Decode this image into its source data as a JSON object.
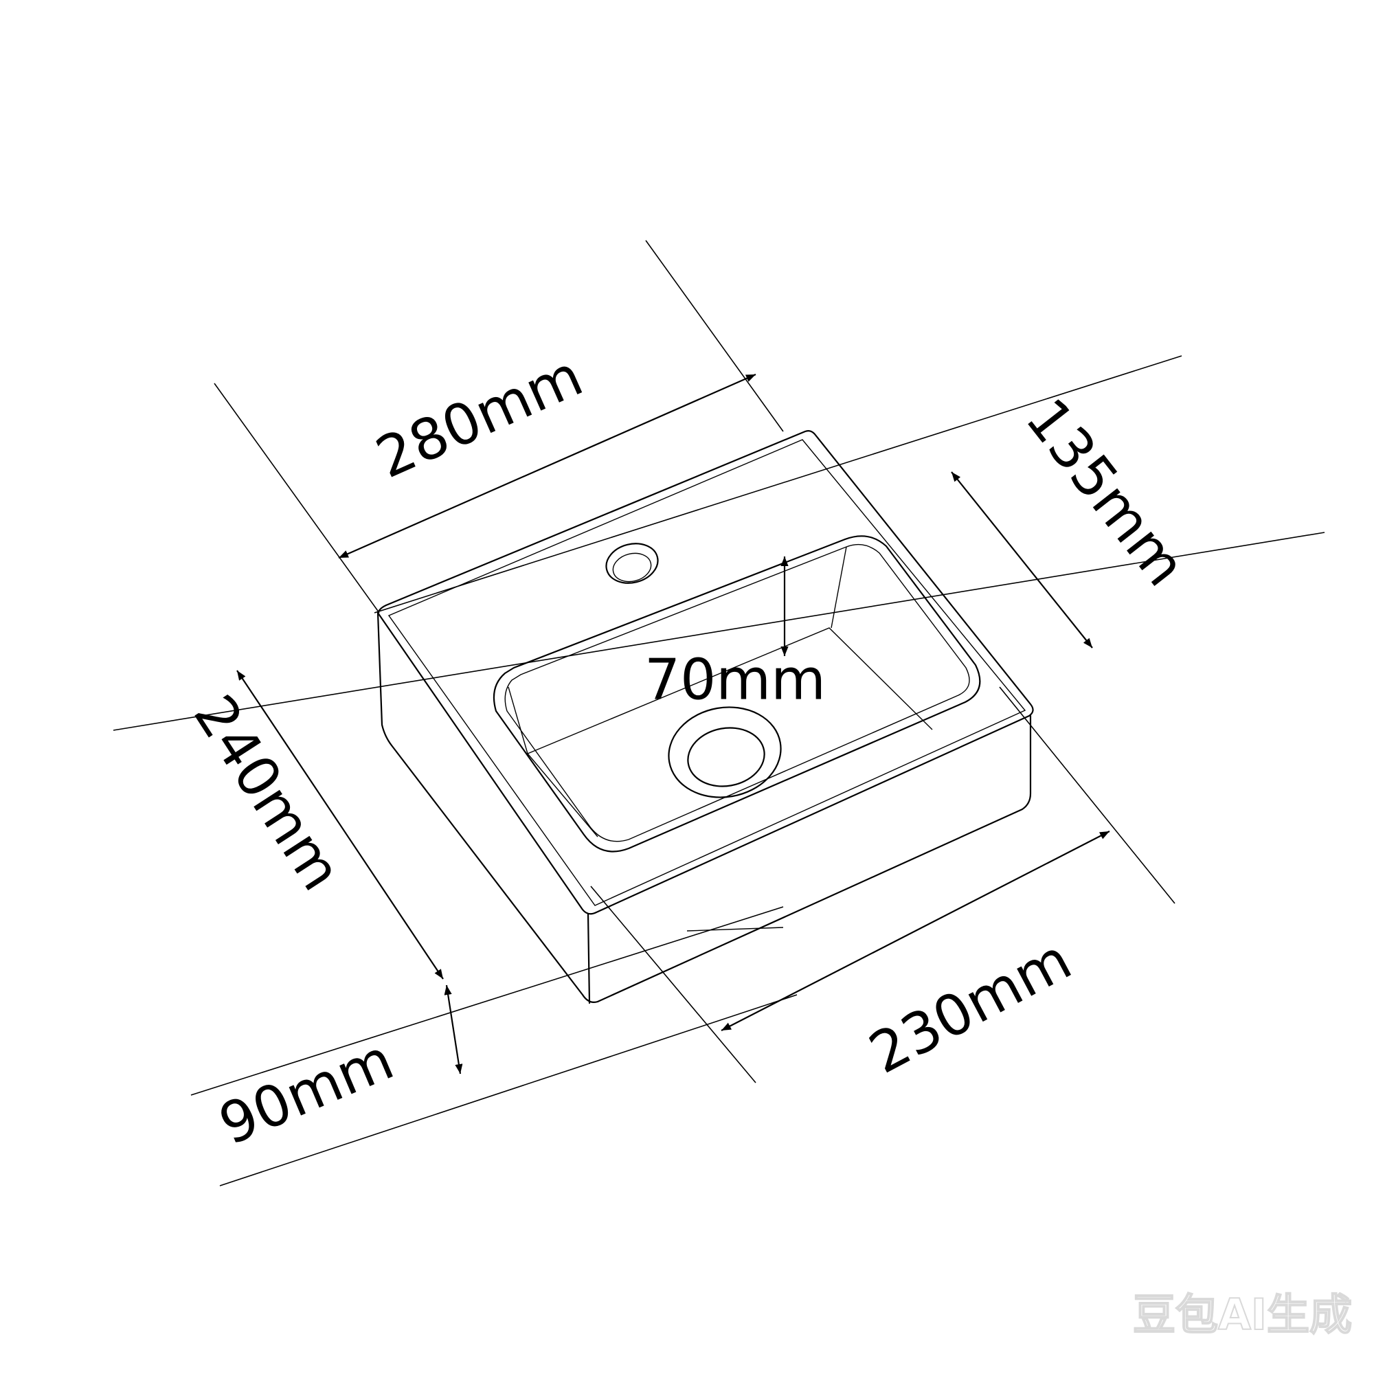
{
  "dimensions": {
    "length": "280mm",
    "width": "230mm",
    "height": "240mm",
    "depth": "135mm",
    "bowl_depth": "70mm",
    "wall_offset": "90mm"
  },
  "watermark": "豆包AI生成"
}
